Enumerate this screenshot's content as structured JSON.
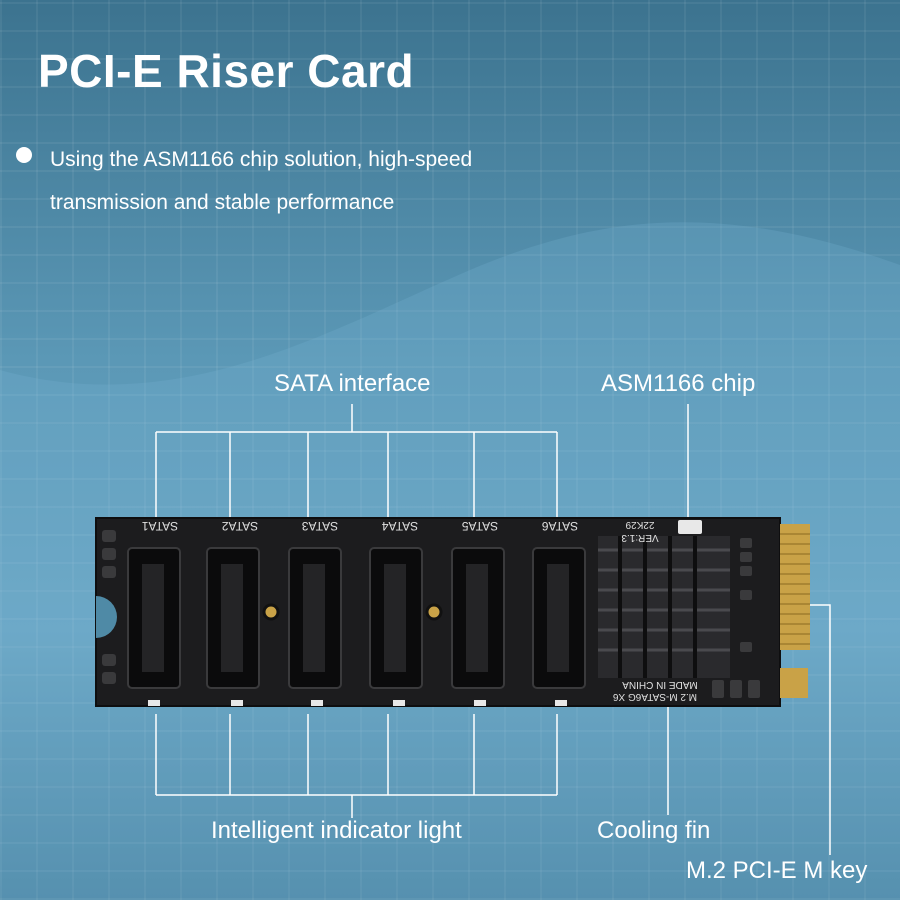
{
  "title": "PCI-E Riser Card",
  "bullet": "Using the ASM1166 chip solution, high-speed transmission and stable performance",
  "callouts": {
    "sata_interface": "SATA interface",
    "chip": "ASM1166 chip",
    "indicator_light": "Intelligent indicator light",
    "cooling_fin": "Cooling fin",
    "m2_key": "M.2 PCI-E M key"
  },
  "board": {
    "ports": [
      "SATA1",
      "SATA2",
      "SATA3",
      "SATA4",
      "SATA5",
      "SATA6"
    ],
    "version": "VER:1.3",
    "date_code": "22K29",
    "origin": "MADE IN CHINA",
    "model": "M.2 M-SATA6G X6"
  },
  "colors": {
    "board": "#1c1c1e",
    "heatsink": "#2a2a2d",
    "callout_line": "#ffffff",
    "text": "#ffffff"
  }
}
